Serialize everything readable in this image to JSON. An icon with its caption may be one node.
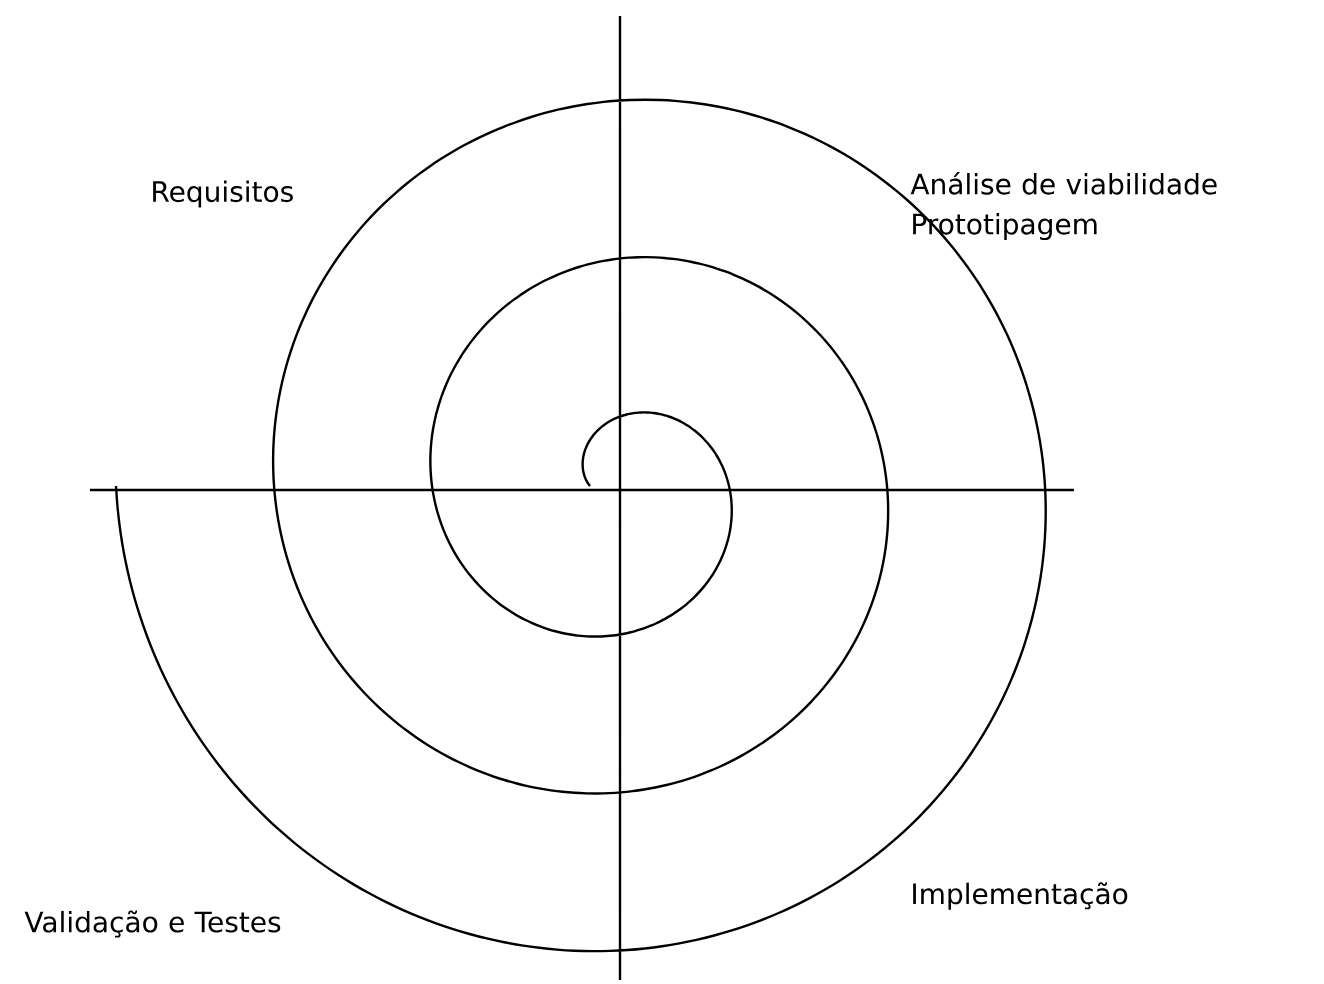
{
  "diagram": {
    "labels": [
      "Requisitos",
      "Análise de viabilidade Prototipagem",
      "Validação e Testes",
      "Implementação"
    ]
  }
}
